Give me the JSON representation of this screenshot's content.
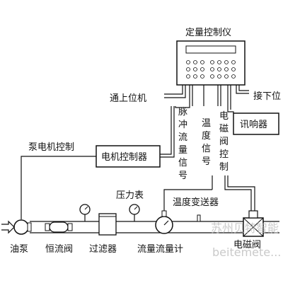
{
  "controller": {
    "label": "定量控制仪"
  },
  "links": {
    "upper": "通上位机",
    "next": "接下位",
    "pump_control": "泵电机控制",
    "pulse_signal": [
      "脉",
      "冲",
      "流",
      "量",
      "信",
      "号"
    ],
    "temp_signal": [
      "温",
      "度",
      "信",
      "号"
    ],
    "valve_control": [
      "电",
      "磁",
      "阀",
      "控",
      "制"
    ]
  },
  "devices": {
    "buzzer": "讯响器",
    "motor_controller": "电机控制器",
    "temp_transmitter": "温度变送器",
    "pressure_gauge": "压力表"
  },
  "pipeline": {
    "pump": "油泵",
    "constant_valve": "恒流阀",
    "filter": "过滤器",
    "flowmeter": "流量流量计",
    "solenoid_valve": "电磁阀"
  },
  "watermark": {
    "line1": "苏州贝特智能",
    "line2": "beitemete..."
  }
}
